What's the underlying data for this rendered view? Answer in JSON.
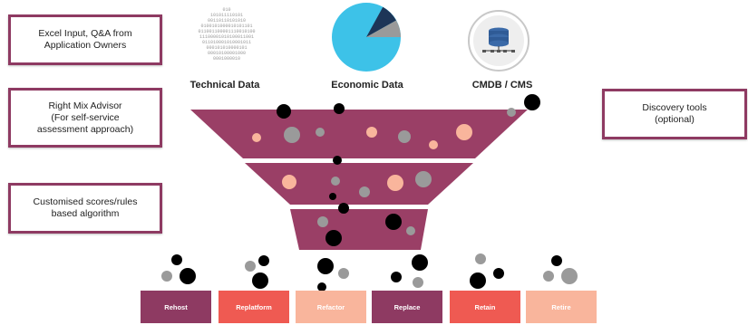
{
  "boxes": {
    "excel": "Excel Input, Q&A from\nApplication Owners",
    "advisor": "Right Mix Advisor\n(For self-service\nassessment approach)",
    "scores": "Customised scores/rules\nbased algorithm",
    "discovery": "Discovery tools\n(optional)"
  },
  "sources": {
    "technical": "Technical Data",
    "economic": "Economic Data",
    "cmdb": "CMDB / CMS"
  },
  "binary_lines": [
    "010",
    "101011110101",
    "00110110101010",
    "0100101000010101101",
    "011001100001110010100",
    "11100001010100011001",
    "011010001010001011",
    "000101010000101",
    "00010100001000",
    "0001000010"
  ],
  "outcomes": [
    {
      "label": "Rehost",
      "color": "#8e3a62"
    },
    {
      "label": "Replatform",
      "color": "#ef5a52"
    },
    {
      "label": "Refactor",
      "color": "#f9b59c"
    },
    {
      "label": "Replace",
      "color": "#8e3a62"
    },
    {
      "label": "Retain",
      "color": "#ef5a52"
    },
    {
      "label": "Retire",
      "color": "#f9b59c"
    }
  ],
  "colors": {
    "brand": "#8e3a62",
    "funnel": "#9a3f66",
    "red": "#ef5a52",
    "peach": "#f9b59c",
    "pie_main": "#3dc2e8",
    "pie_dark": "#1d3557",
    "pie_grey": "#9a9a9a"
  }
}
